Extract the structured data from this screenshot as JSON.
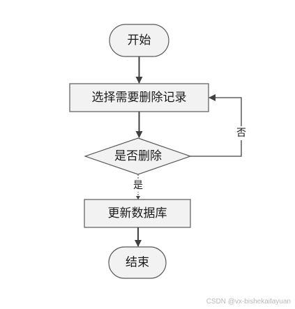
{
  "flowchart": {
    "start": "开始",
    "step_select": "选择需要删除记录",
    "decision": "是否删除",
    "label_yes": "是",
    "label_no": "否",
    "step_update": "更新数据库",
    "end": "结束"
  },
  "watermark": "CSDN @vx-bishekaifayuan"
}
